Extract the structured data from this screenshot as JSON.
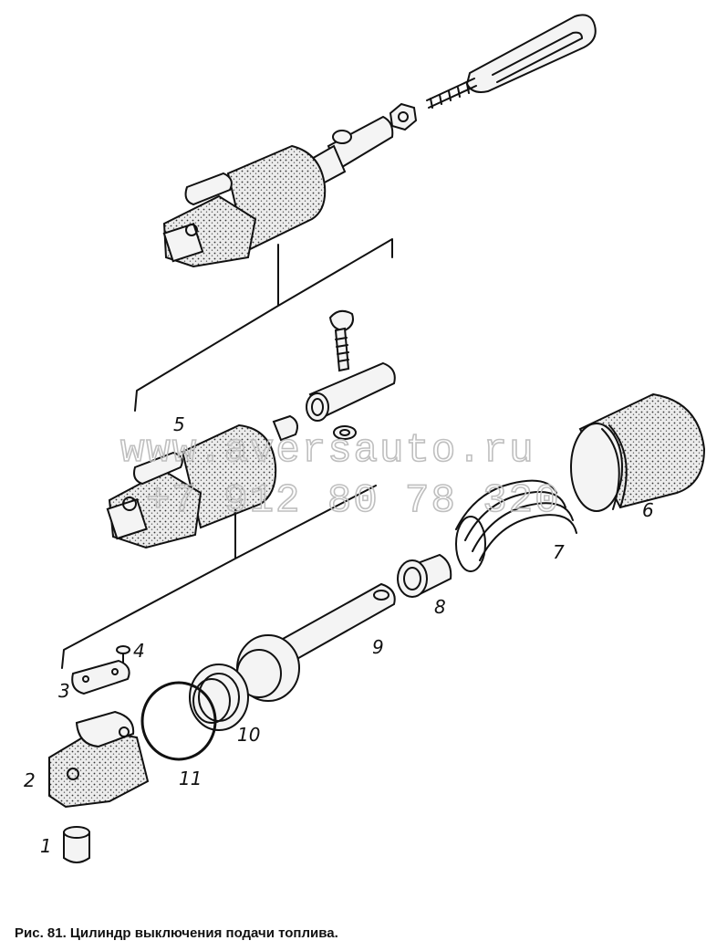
{
  "caption": "Рис. 81. Цилиндр выключения подачи топлива.",
  "watermark": {
    "line1": "www.aversauto.ru",
    "line2": "+7 912 80 78 320"
  },
  "callouts": [
    {
      "id": "1",
      "text": "1"
    },
    {
      "id": "2",
      "text": "2"
    },
    {
      "id": "3",
      "text": "3"
    },
    {
      "id": "4",
      "text": "4"
    },
    {
      "id": "5",
      "text": "5"
    },
    {
      "id": "6",
      "text": "6"
    },
    {
      "id": "7",
      "text": "7"
    },
    {
      "id": "8",
      "text": "8"
    },
    {
      "id": "9",
      "text": "9"
    },
    {
      "id": "10",
      "text": "10"
    },
    {
      "id": "11",
      "text": "11"
    }
  ]
}
